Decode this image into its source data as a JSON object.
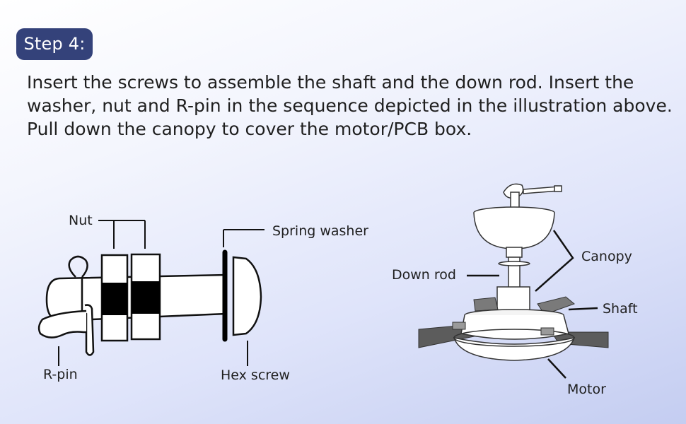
{
  "step": {
    "label": "Step 4:"
  },
  "instructions": {
    "text": "Insert the screws to assemble the shaft and the down rod. Insert the washer, nut and R-pin in the sequence depicted in the illustration above. Pull down the canopy to cover the motor/PCB box."
  },
  "assembly_diagram": {
    "labels": {
      "nut": "Nut",
      "spring_washer": "Spring washer",
      "r_pin": "R-pin",
      "hex_screw": "Hex screw"
    }
  },
  "fan_diagram": {
    "labels": {
      "canopy": "Canopy",
      "down_rod": "Down rod",
      "shaft": "Shaft",
      "motor": "Motor"
    }
  },
  "colors": {
    "badge": "#34427a",
    "text": "#1f1f1f",
    "line": "#111111",
    "blade": "#5c5c5c"
  }
}
